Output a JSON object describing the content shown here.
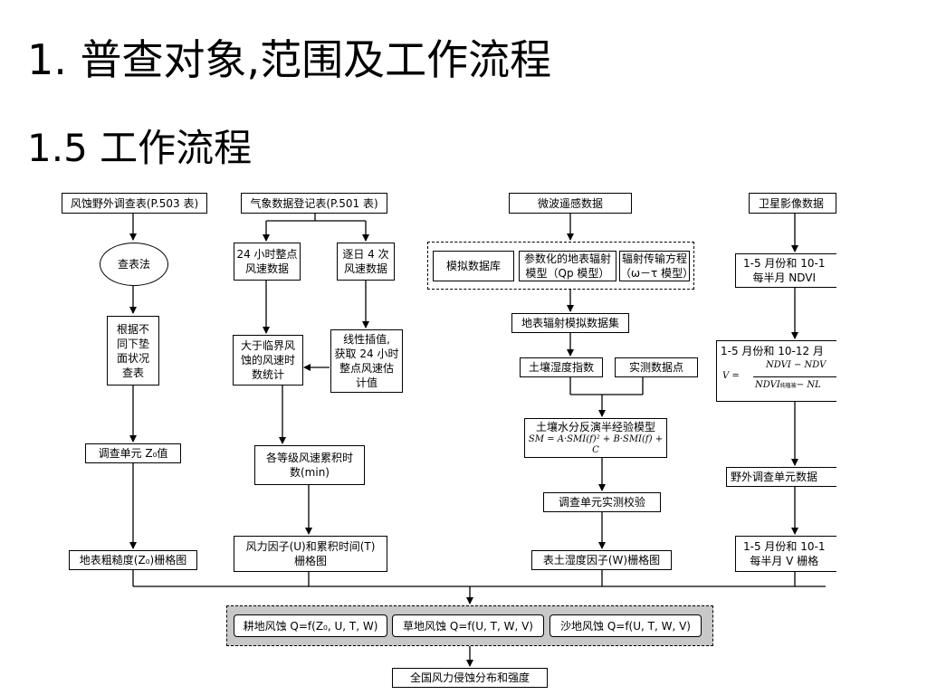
{
  "title": "1. 普查对象,范围及工作流程",
  "subtitle": "1.5 工作流程",
  "col1": {
    "top": "风蚀野外调查表(P.503 表)",
    "method": "查表法",
    "step": "根据不\n同下垫\n面状况\n查表",
    "value": "调查单元 Z₀值",
    "output": "地表粗糙度(Z₀)栅格图"
  },
  "col2": {
    "top": "气象数据登记表(P.501 表)",
    "hourly": "24 小时整点\n风速数据",
    "daily": "逐日 4 次\n风速数据",
    "interp": "线性插值,\n获取 24 小时\n整点风速估\n计值",
    "stats": "大于临界风\n蚀的风速时\n数统计",
    "accum": "各等级风速累积时\n数(min)",
    "output": "风力因子(U)和累积时间(T)\n栅格图"
  },
  "col3": {
    "top": "微波遥感数据",
    "model_db": "模拟数据库",
    "param_model": "参数化的地表辐射\n模型（Qp 模型）",
    "rt_model": "辐射传输方程\n（ω－τ 模型）",
    "sim_set": "地表辐射模拟数据集",
    "humidity_index": "土壤湿度指数",
    "measured": "实测数据点",
    "inversion": "土壤水分反演半经验模型",
    "inversion_formula": "SM = A·SMI(f)² + B·SMI(f) + C",
    "verify": "调查单元实测校验",
    "output": "表土湿度因子(W)栅格图"
  },
  "col4": {
    "top": "卫星影像数据",
    "ndvi": "1-5 月份和 10-1\n每半月 NDVI",
    "formula_title": "1-5 月份和 10-12 月",
    "formula_lhs": "V =",
    "formula_num": "NDVI  − NDV",
    "formula_den": "NDVI",
    "formula_den_sub": "纯植被",
    "formula_den_tail": "− NL",
    "field": "野外调查单元数据",
    "output": "1-5 月份和 10-1\n每半月 V 栅格"
  },
  "bottom": {
    "farmland": "耕地风蚀 Q=f(Z₀, U, T, W)",
    "grassland": "草地风蚀 Q=f(U, T, W, V)",
    "sandland": "沙地风蚀 Q=f(U, T, W, V)",
    "final": "全国风力侵蚀分布和强度"
  }
}
